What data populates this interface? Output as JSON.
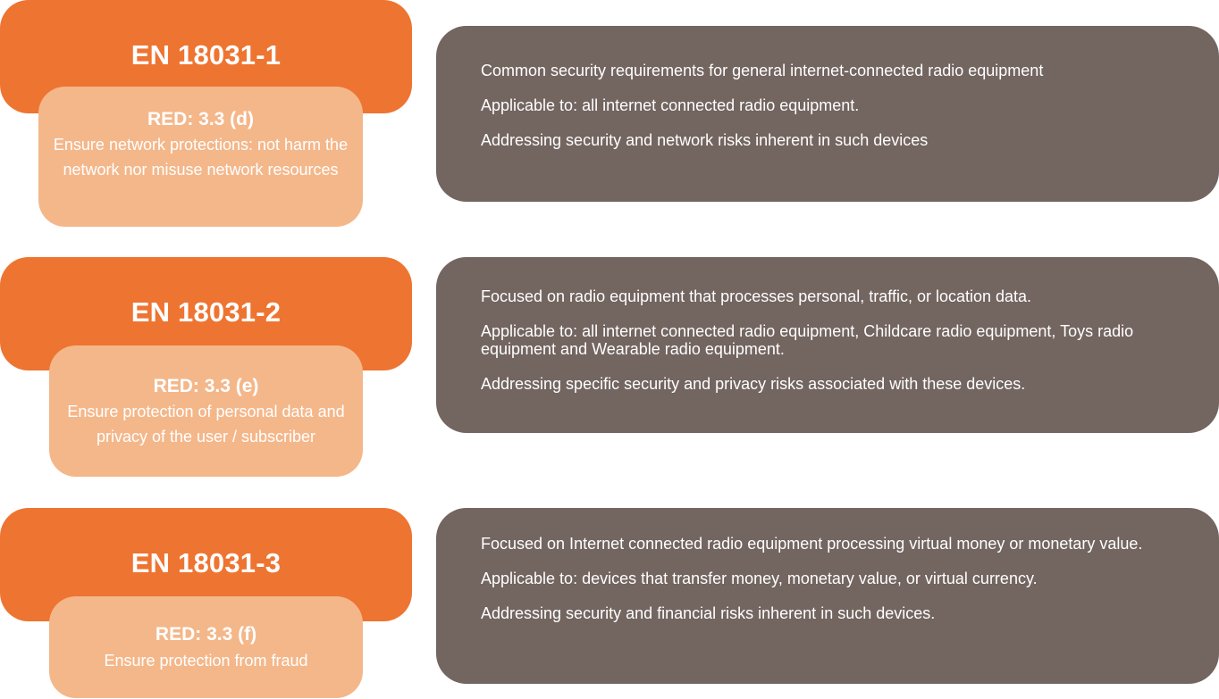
{
  "colors": {
    "standard_box": "#ee7431",
    "requirement_box": "#f4b78a",
    "info_box": "#736560",
    "text": "#ffffff"
  },
  "standards": [
    {
      "title": "EN 18031-1",
      "requirement_title": "RED: 3.3 (d)",
      "requirement_desc": "Ensure network protections: not harm the network nor misuse network resources",
      "info": [
        "Common security requirements for general internet-connected radio equipment",
        "Applicable to: all internet connected radio equipment.",
        "Addressing security and network risks inherent in such devices"
      ]
    },
    {
      "title": "EN 18031-2",
      "requirement_title": "RED: 3.3 (e)",
      "requirement_desc": "Ensure protection of personal data and privacy of the user / subscriber",
      "info": [
        "Focused on radio equipment that processes personal, traffic, or location data.",
        "Applicable to: all internet connected radio equipment, Childcare radio equipment, Toys radio equipment and Wearable radio equipment.",
        "Addressing specific security and privacy risks associated with these devices."
      ]
    },
    {
      "title": "EN 18031-3",
      "requirement_title": "RED: 3.3 (f)",
      "requirement_desc": "Ensure protection from fraud",
      "info": [
        "Focused on Internet connected radio equipment processing virtual money or monetary value.",
        "Applicable to: devices that transfer money, monetary value, or virtual currency.",
        "Addressing security and financial risks inherent in such devices."
      ]
    }
  ]
}
